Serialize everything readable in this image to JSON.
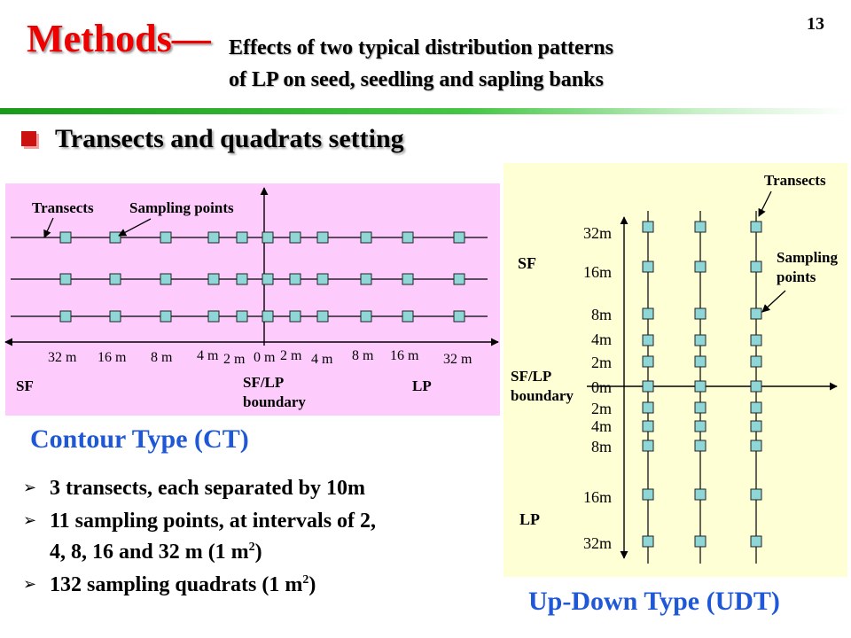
{
  "header": {
    "title_main": "Methods—",
    "title_sub_line1": "Effects of two typical distribution patterns",
    "title_sub_line2": "of LP on seed, seedling and sapling banks",
    "page_number": "13"
  },
  "section_heading": "Transects and quadrats setting",
  "ct": {
    "caption": "Contour Type (CT)",
    "label_transects": "Transects",
    "label_sampling_points": "Sampling points",
    "distance_labels": [
      "32 m",
      "16 m",
      "8 m",
      "4 m",
      "2 m",
      "0 m",
      "2 m",
      "4 m",
      "8 m",
      "16 m",
      "32 m"
    ],
    "zone_left": "SF",
    "zone_middle_line1": "SF/LP",
    "zone_middle_line2": "boundary",
    "zone_right": "LP"
  },
  "udt": {
    "caption": "Up-Down Type (UDT)",
    "label_transects": "Transects",
    "label_sampling_line1": "Sampling",
    "label_sampling_line2": "points",
    "zone_top": "SF",
    "zone_middle_line1": "SF/LP",
    "zone_middle_line2": "boundary",
    "zone_bottom": "LP",
    "distance_labels": [
      "32m",
      "16m",
      "8m",
      "4m",
      "2m",
      "0m",
      "2m",
      "4m",
      "8m",
      "16m",
      "32m"
    ]
  },
  "bullets": {
    "item1": "3 transects, each separated by 10m",
    "item2_line1": "11 sampling points, at intervals of 2,",
    "item2_line2": "4, 8, 16 and 32 m (1 m",
    "item2_sup": "2",
    "item2_end": ")",
    "item3": "132 sampling quadrats (1 m",
    "item3_sup": "2",
    "item3_end": ")"
  },
  "colors": {
    "title_red": "#ee0000",
    "caption_blue": "#1f58d6",
    "ct_background": "#fdccfd",
    "udt_background": "#ffffd6",
    "marker_fill": "#8fd6d6",
    "rule_green": "#33b533"
  }
}
